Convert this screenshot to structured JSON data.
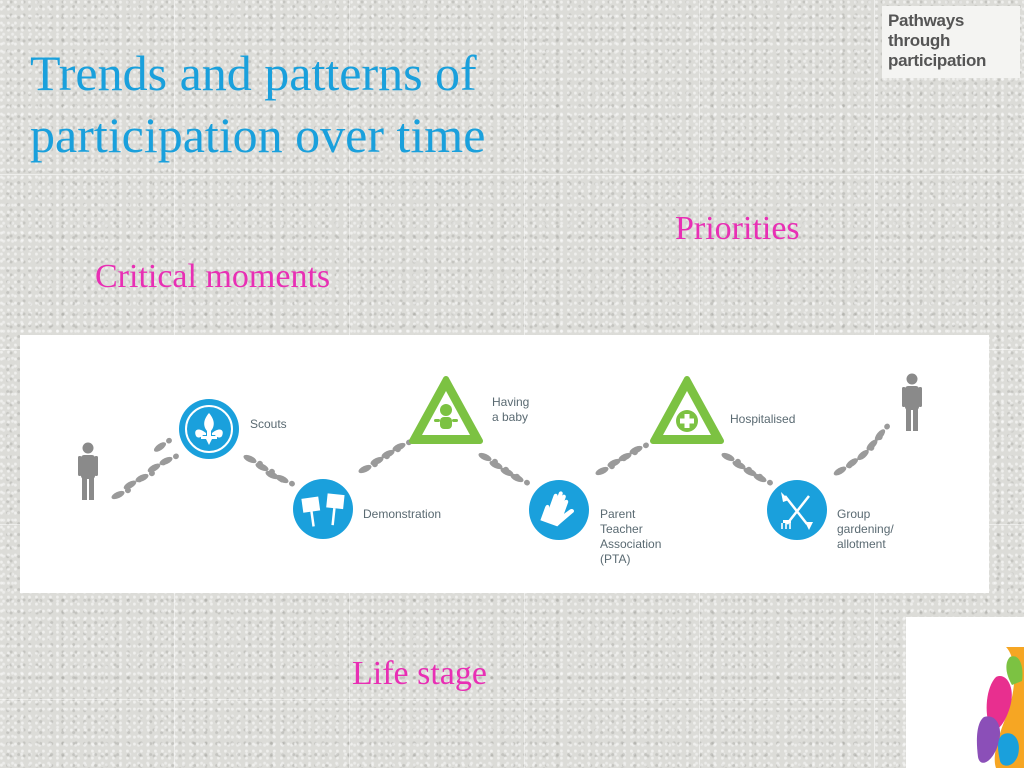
{
  "slide": {
    "title": "Trends and patterns of participation over time",
    "logo_lines": [
      "Pathways",
      "through",
      "participation"
    ],
    "labels": {
      "priorities": "Priorities",
      "critical_moments": "Critical moments",
      "life_stage": "Life stage"
    },
    "colors": {
      "title": "#1aa0dc",
      "accent_pink": "#e82fb4",
      "icon_blue": "#1aa0dc",
      "icon_green": "#7cc242",
      "figure_grey": "#8a8a8a"
    }
  },
  "journey": {
    "steps": [
      {
        "label": "Scouts",
        "icon": "fleur-de-lis-icon"
      },
      {
        "label": "Demonstration",
        "icon": "placards-icon"
      },
      {
        "label": "Having\na baby",
        "icon": "baby-icon"
      },
      {
        "label": "Parent\nTeacher\nAssociation\n(PTA)",
        "icon": "raised-hand-icon"
      },
      {
        "label": "Hospitalised",
        "icon": "medical-cross-icon"
      },
      {
        "label": "Group\ngardening/\nallotment",
        "icon": "garden-tools-icon"
      }
    ]
  }
}
